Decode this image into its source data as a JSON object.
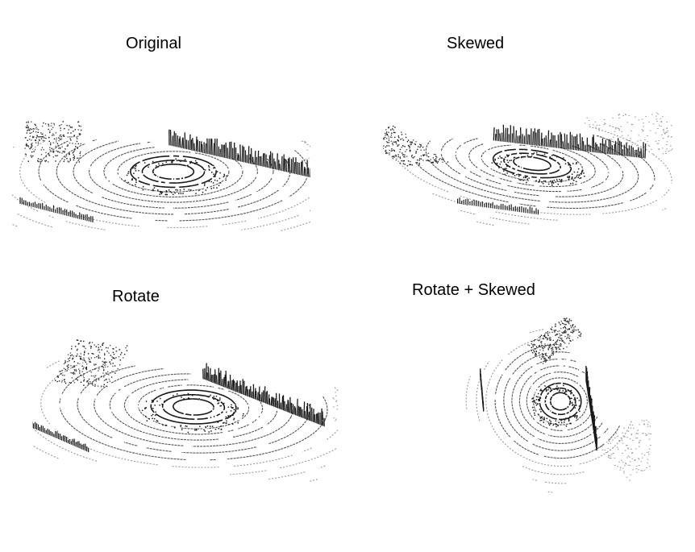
{
  "panels": [
    {
      "title": "Original"
    },
    {
      "title": "Skewed"
    },
    {
      "title": "Rotate"
    },
    {
      "title": "Rotate + Skewed"
    }
  ],
  "colors": {
    "points_dark": "#1a1a1a",
    "points_mid": "#555555",
    "points_light": "#999999",
    "background": "#ffffff"
  }
}
